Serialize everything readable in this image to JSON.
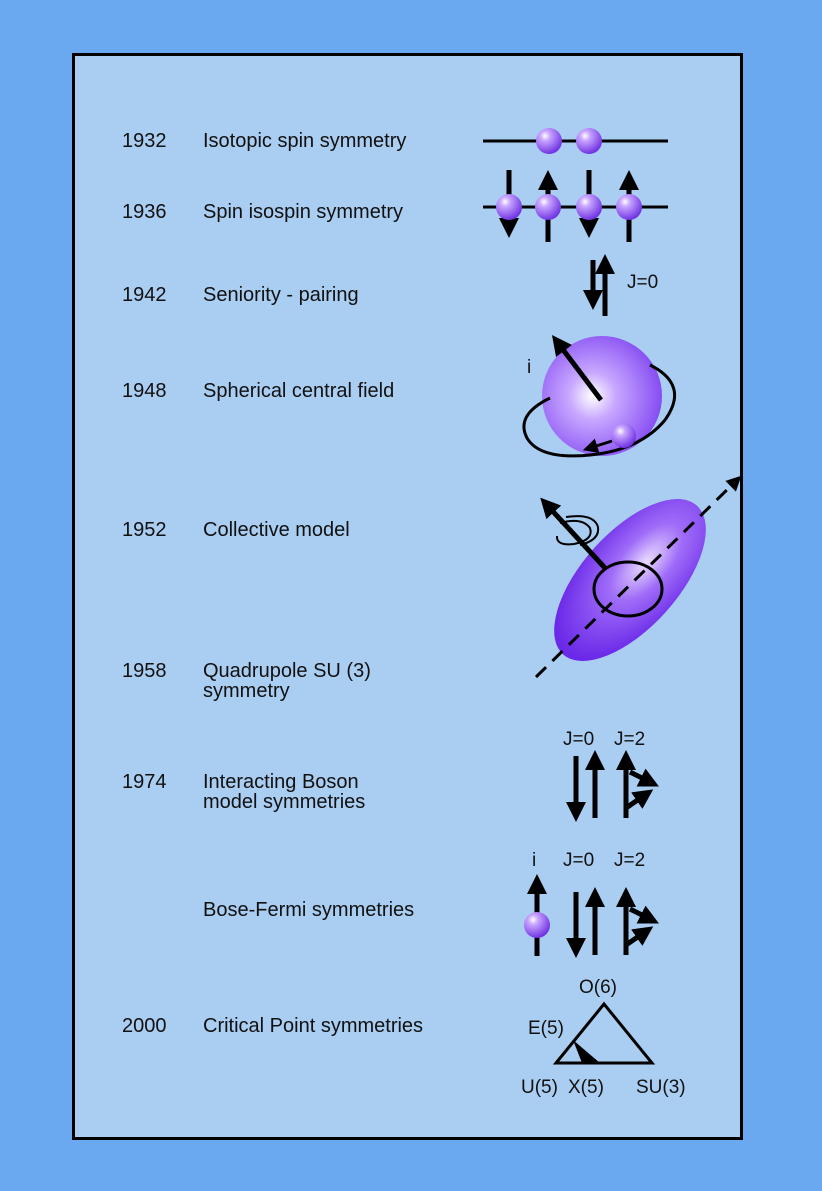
{
  "timeline": [
    {
      "year": "1932",
      "label": "Isotopic spin symmetry",
      "icon": "isotopic-spin-icon"
    },
    {
      "year": "1936",
      "label": "Spin isospin symmetry",
      "icon": "spin-isospin-icon"
    },
    {
      "year": "1942",
      "label": "Seniority - pairing",
      "icon": "pairing-icon"
    },
    {
      "year": "1948",
      "label": "Spherical central field",
      "icon": "spherical-nucleus-icon"
    },
    {
      "year": "1952",
      "label": "Collective model",
      "icon": "deformed-nucleus-icon"
    },
    {
      "year": "1958",
      "label_line1": "Quadrupole SU (3)",
      "label_line2": "symmetry"
    },
    {
      "year": "1974",
      "label_line1": "Interacting Boson",
      "label_line2": "model symmetries",
      "icon": "boson-coupling-icon"
    },
    {
      "year": "",
      "label": "Bose-Fermi symmetries",
      "icon": "bose-fermi-icon"
    },
    {
      "year": "2000",
      "label": "Critical Point symmetries",
      "icon": "symmetry-triangle-icon"
    }
  ],
  "diagram_labels": {
    "pairing_j": "J=0",
    "particle_i": "i",
    "ibm_j0": "J=0",
    "ibm_j2": "J=2",
    "bf_i": "i",
    "bf_j0": "J=0",
    "bf_j2": "J=2",
    "triangle_top": "O(6)",
    "triangle_e5": "E(5)",
    "triangle_u5": "U(5)",
    "triangle_x5": "X(5)",
    "triangle_su3": "SU(3)"
  },
  "colors": {
    "outer_background": "#6aa8f0",
    "panel_background": "#aacdf2",
    "nucleon_purple": "#7b3cf0"
  }
}
